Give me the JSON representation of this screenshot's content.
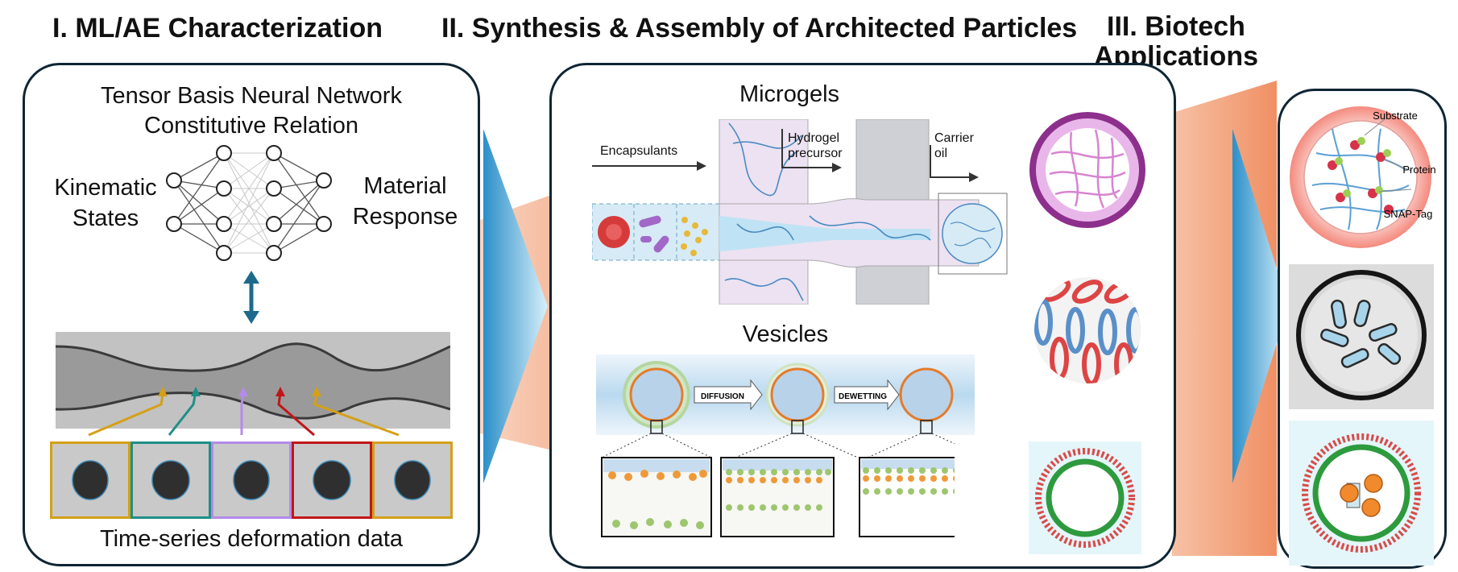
{
  "sections": {
    "s1_title": "I. ML/AE Characterization",
    "s2_title": "II. Synthesis & Assembly of Architected Particles",
    "s3_title_line1": "III. Biotech",
    "s3_title_line2": "Applications"
  },
  "ml_panel": {
    "nn_title_line1": "Tensor Basis Neural Network",
    "nn_title_line2": "Constitutive Relation",
    "input_line1": "Kinematic",
    "input_line2": "States",
    "output_line1": "Material",
    "output_line2": "Response",
    "caption": "Time-series deformation data",
    "frame_colors": [
      "#d4a017",
      "#1f8f86",
      "#b48be8",
      "#c0161a",
      "#d4a017"
    ]
  },
  "synthesis_panel": {
    "microgels_label": "Microgels",
    "encapsulants_label": "Encapsulants",
    "hydrogel_line1": "Hydrogel",
    "hydrogel_line2": "precursor",
    "carrier_line1": "Carrier",
    "carrier_line2": "oil",
    "vesicles_label": "Vesicles",
    "diffusion_label": "DIFFUSION",
    "dewetting_label": "DEWETTING"
  },
  "applications_panel": {
    "substrate_label": "Substrate",
    "protein_label": "Protein",
    "snaptag_label": "SNAP-Tag"
  }
}
